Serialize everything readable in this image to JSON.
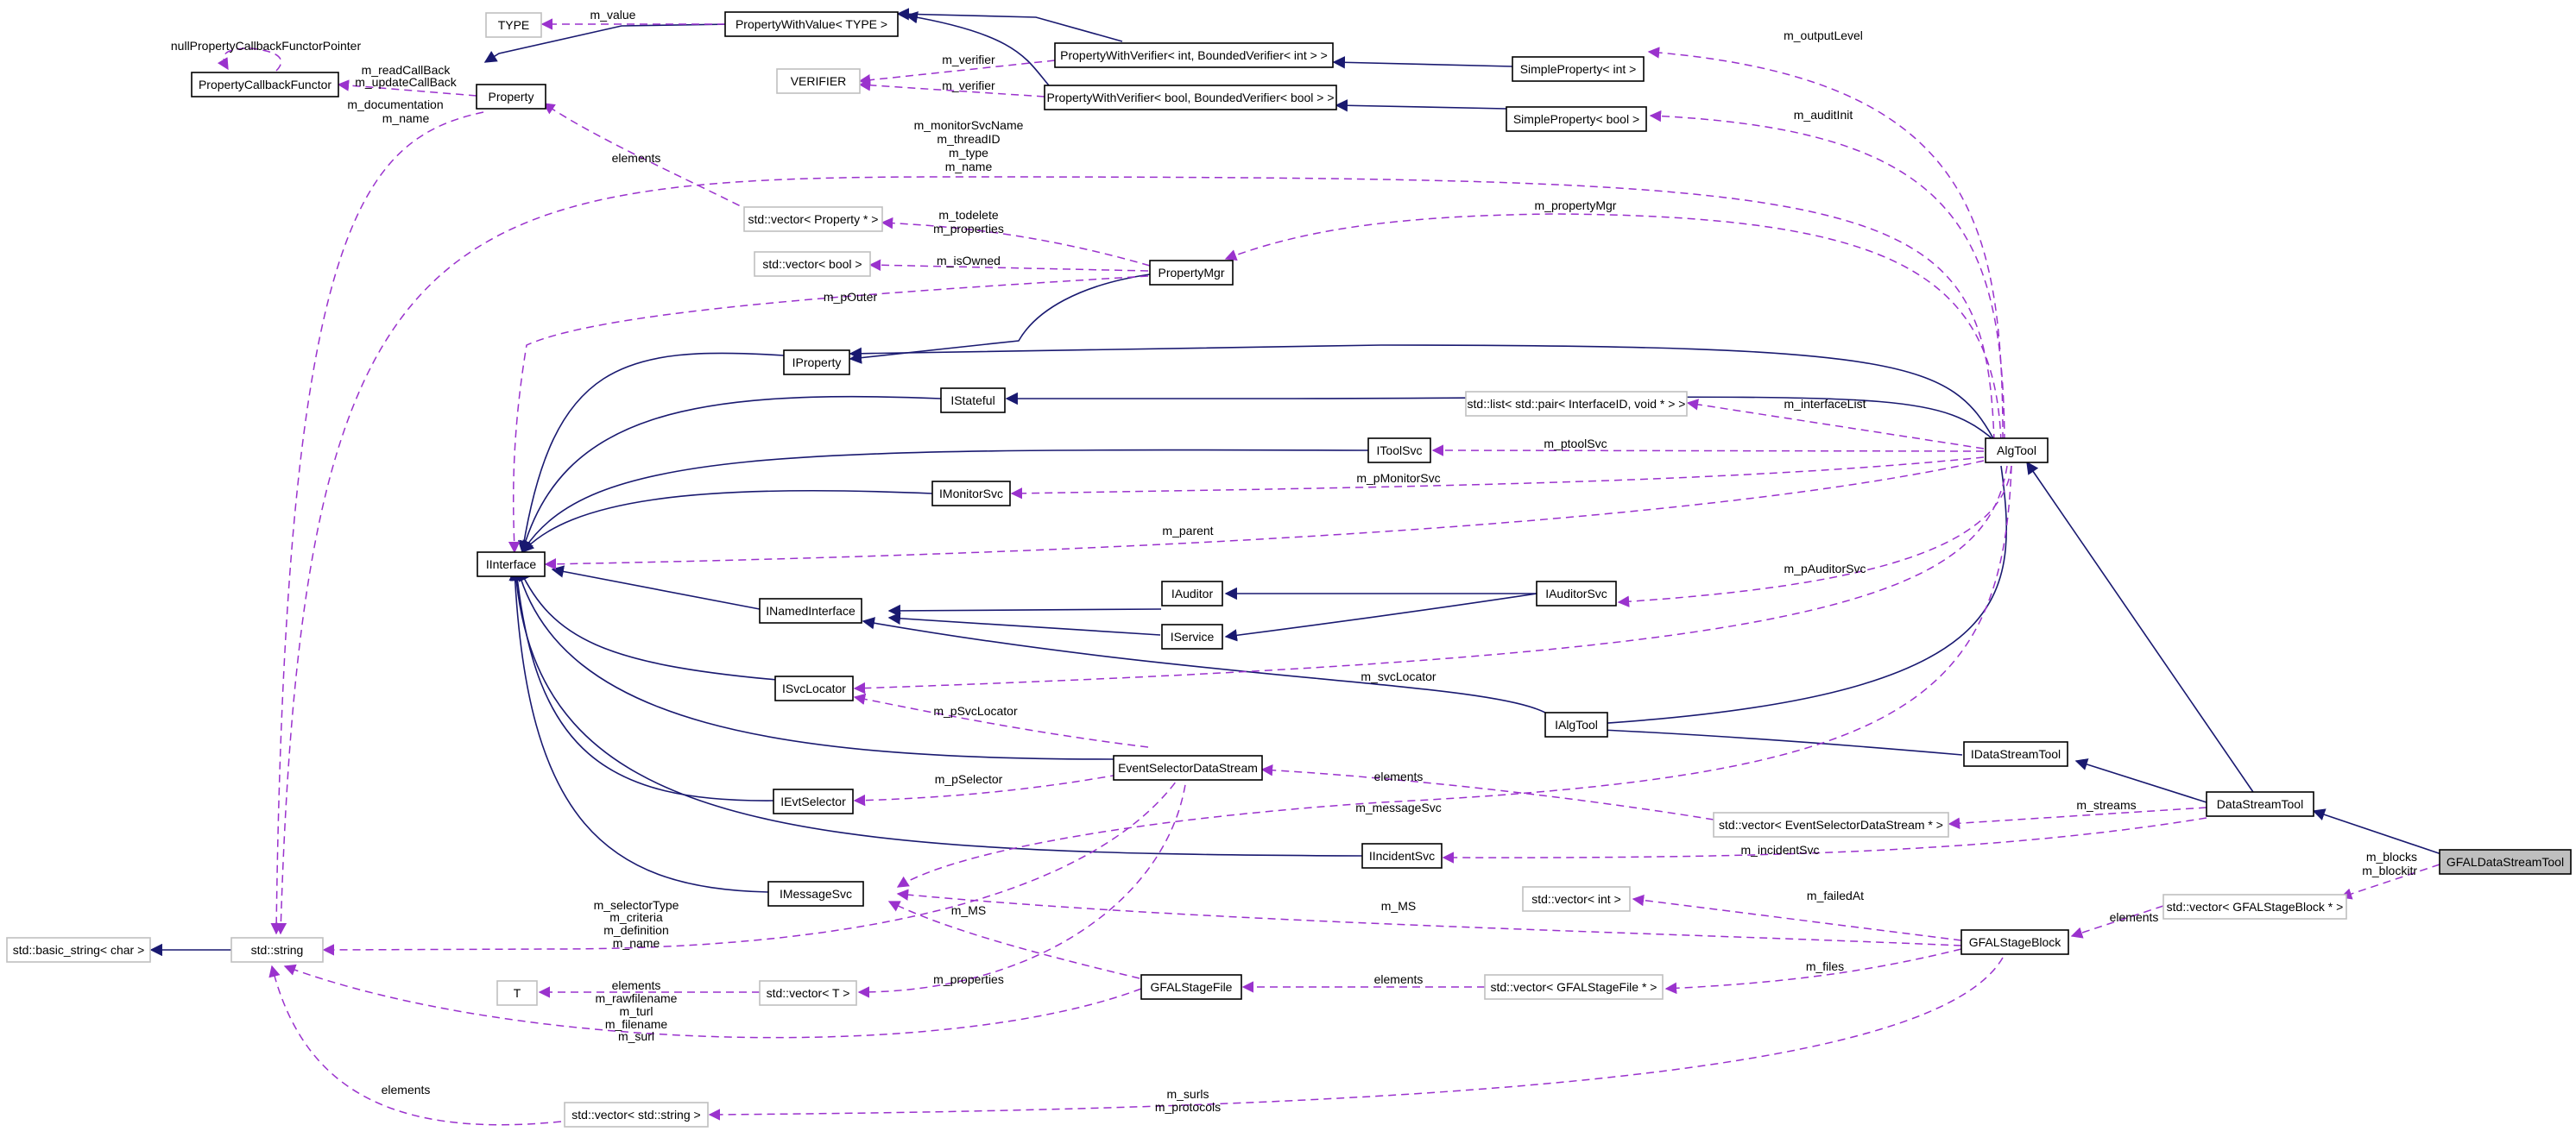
{
  "diagram": {
    "nodes": [
      {
        "id": "type",
        "label": "TYPE",
        "ext": true
      },
      {
        "id": "pwv",
        "label": "PropertyWithValue< TYPE >"
      },
      {
        "id": "nullcb",
        "label": "nullPropertyCallbackFunctorPointer",
        "plain": true
      },
      {
        "id": "pcf",
        "label": "PropertyCallbackFunctor"
      },
      {
        "id": "property",
        "label": "Property"
      },
      {
        "id": "verifier",
        "label": "VERIFIER",
        "ext": true
      },
      {
        "id": "pwvi",
        "label": "PropertyWithVerifier< int, BoundedVerifier< int > >"
      },
      {
        "id": "pwvb",
        "label": "PropertyWithVerifier< bool, BoundedVerifier< bool > >"
      },
      {
        "id": "spi",
        "label": "SimpleProperty< int >"
      },
      {
        "id": "spb",
        "label": "SimpleProperty< bool >"
      },
      {
        "id": "vecprop",
        "label": "std::vector< Property * >",
        "ext": true
      },
      {
        "id": "vecbool",
        "label": "std::vector< bool >",
        "ext": true
      },
      {
        "id": "pmgr",
        "label": "PropertyMgr"
      },
      {
        "id": "iproperty",
        "label": "IProperty"
      },
      {
        "id": "istateful",
        "label": "IStateful"
      },
      {
        "id": "listpair",
        "label": "std::list< std::pair< InterfaceID, void * > >",
        "ext": true
      },
      {
        "id": "itoolsvc",
        "label": "IToolSvc"
      },
      {
        "id": "algtool",
        "label": "AlgTool"
      },
      {
        "id": "imonitor",
        "label": "IMonitorSvc"
      },
      {
        "id": "iinterface",
        "label": "IInterface"
      },
      {
        "id": "inamed",
        "label": "INamedInterface"
      },
      {
        "id": "iauditor",
        "label": "IAuditor"
      },
      {
        "id": "iauditorsvc",
        "label": "IAuditorSvc"
      },
      {
        "id": "iservice",
        "label": "IService"
      },
      {
        "id": "isvcloc",
        "label": "ISvcLocator"
      },
      {
        "id": "ialgtool",
        "label": "IAlgTool"
      },
      {
        "id": "idst",
        "label": "IDataStreamTool"
      },
      {
        "id": "esds",
        "label": "EventSelectorDataStream"
      },
      {
        "id": "ievtsel",
        "label": "IEvtSelector"
      },
      {
        "id": "vecesds",
        "label": "std::vector< EventSelectorDataStream * >",
        "ext": true
      },
      {
        "id": "dst",
        "label": "DataStreamTool"
      },
      {
        "id": "gfaldst",
        "label": "GFALDataStreamTool",
        "main": true
      },
      {
        "id": "iincident",
        "label": "IIncidentSvc"
      },
      {
        "id": "vecgsb",
        "label": "std::vector< GFALStageBlock * >",
        "ext": true
      },
      {
        "id": "imsgsvc",
        "label": "IMessageSvc"
      },
      {
        "id": "vecint",
        "label": "std::vector< int >",
        "ext": true
      },
      {
        "id": "gsb",
        "label": "GFALStageBlock"
      },
      {
        "id": "bstring",
        "label": "std::basic_string< char >",
        "ext": true
      },
      {
        "id": "string",
        "label": "std::string",
        "ext": true
      },
      {
        "id": "t",
        "label": "T",
        "ext": true
      },
      {
        "id": "vect",
        "label": "std::vector< T >",
        "ext": true
      },
      {
        "id": "gsf",
        "label": "GFALStageFile"
      },
      {
        "id": "vecgsf",
        "label": "std::vector< GFALStageFile * >",
        "ext": true
      },
      {
        "id": "vecstr",
        "label": "std::vector< std::string >",
        "ext": true
      }
    ],
    "edge_labels": [
      {
        "id": "l_value",
        "text": "m_value"
      },
      {
        "id": "l_verifier1",
        "text": "m_verifier"
      },
      {
        "id": "l_verifier2",
        "text": "m_verifier"
      },
      {
        "id": "l_readcb",
        "text": "m_readCallBack"
      },
      {
        "id": "l_updatecb",
        "text": "m_updateCallBack"
      },
      {
        "id": "l_doc",
        "text": "m_documentation"
      },
      {
        "id": "l_name1",
        "text": "m_name"
      },
      {
        "id": "l_outputlevel",
        "text": "m_outputLevel"
      },
      {
        "id": "l_auditinit",
        "text": "m_auditInit"
      },
      {
        "id": "l_monname",
        "text": "m_monitorSvcName"
      },
      {
        "id": "l_threadid",
        "text": "m_threadID"
      },
      {
        "id": "l_type",
        "text": "m_type"
      },
      {
        "id": "l_name2",
        "text": "m_name"
      },
      {
        "id": "l_elements1",
        "text": "elements"
      },
      {
        "id": "l_todelete",
        "text": "m_todelete"
      },
      {
        "id": "l_properties1",
        "text": "m_properties"
      },
      {
        "id": "l_isowned",
        "text": "m_isOwned"
      },
      {
        "id": "l_propmgr",
        "text": "m_propertyMgr"
      },
      {
        "id": "l_pouter",
        "text": "m_pOuter"
      },
      {
        "id": "l_interfacelist",
        "text": "m_interfaceList"
      },
      {
        "id": "l_ptoolsvc",
        "text": "m_ptoolSvc"
      },
      {
        "id": "l_pmonitorsvc",
        "text": "m_pMonitorSvc"
      },
      {
        "id": "l_parent",
        "text": "m_parent"
      },
      {
        "id": "l_pauditorsvc",
        "text": "m_pAuditorSvc"
      },
      {
        "id": "l_svclocator",
        "text": "m_svcLocator"
      },
      {
        "id": "l_psvclocator",
        "text": "m_pSvcLocator"
      },
      {
        "id": "l_elements2",
        "text": "elements"
      },
      {
        "id": "l_pselector",
        "text": "m_pSelector"
      },
      {
        "id": "l_messagesvc",
        "text": "m_messageSvc"
      },
      {
        "id": "l_streams",
        "text": "m_streams"
      },
      {
        "id": "l_incidentsvc",
        "text": "m_incidentSvc"
      },
      {
        "id": "l_blocks",
        "text": "m_blocks"
      },
      {
        "id": "l_blockitr",
        "text": "m_blockitr"
      },
      {
        "id": "l_elements3",
        "text": "elements"
      },
      {
        "id": "l_failedat",
        "text": "m_failedAt"
      },
      {
        "id": "l_ms1",
        "text": "m_MS"
      },
      {
        "id": "l_ms2",
        "text": "m_MS"
      },
      {
        "id": "l_seltype",
        "text": "m_selectorType"
      },
      {
        "id": "l_criteria",
        "text": "m_criteria"
      },
      {
        "id": "l_definition",
        "text": "m_definition"
      },
      {
        "id": "l_name3",
        "text": "m_name"
      },
      {
        "id": "l_elements4",
        "text": "elements"
      },
      {
        "id": "l_rawfilename",
        "text": "m_rawfilename"
      },
      {
        "id": "l_turl",
        "text": "m_turl"
      },
      {
        "id": "l_filename",
        "text": "m_filename"
      },
      {
        "id": "l_surl",
        "text": "m_surl"
      },
      {
        "id": "l_properties2",
        "text": "m_properties"
      },
      {
        "id": "l_elements5",
        "text": "elements"
      },
      {
        "id": "l_files",
        "text": "m_files"
      },
      {
        "id": "l_elements6",
        "text": "elements"
      },
      {
        "id": "l_surls",
        "text": "m_surls"
      },
      {
        "id": "l_protocols",
        "text": "m_protocols"
      }
    ]
  }
}
